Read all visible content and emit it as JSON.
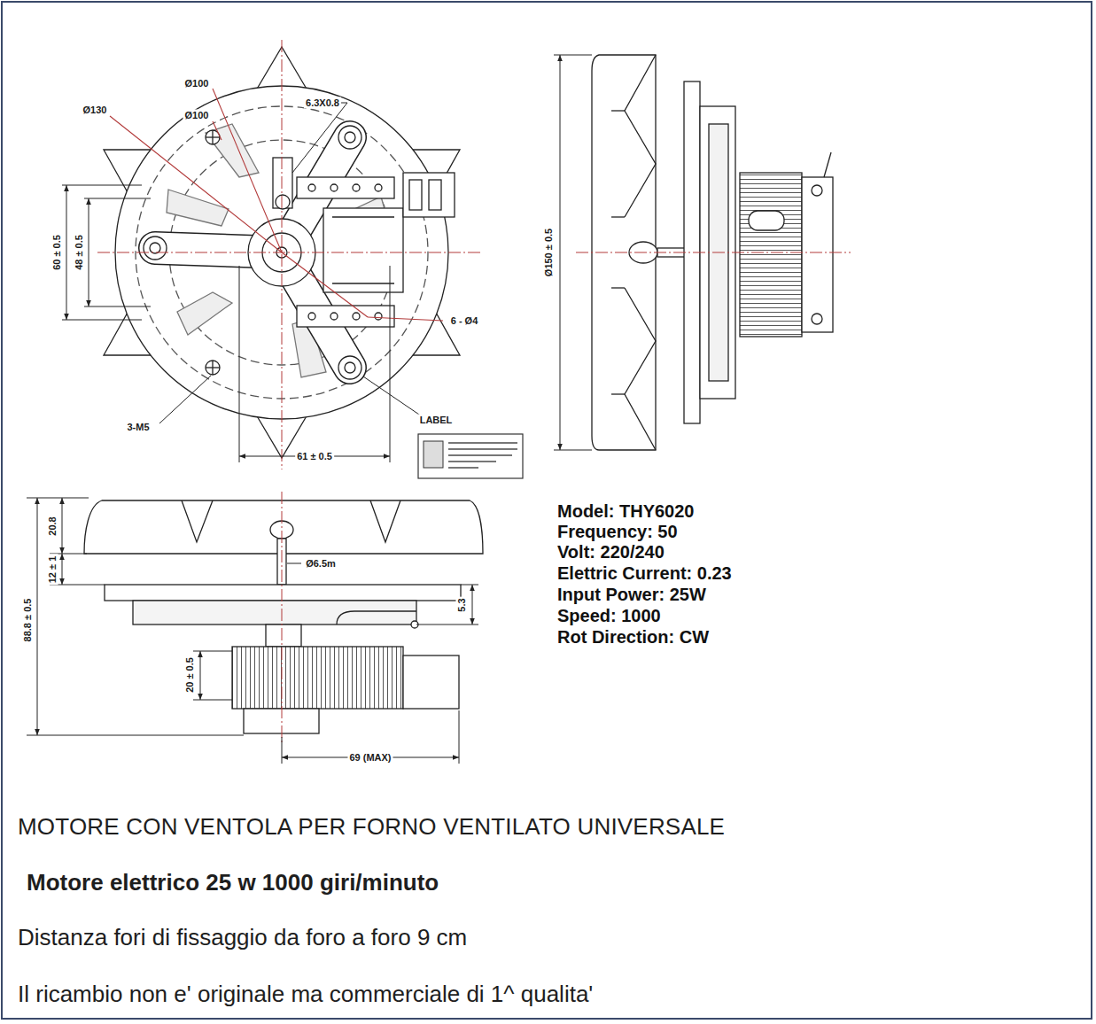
{
  "diagram": {
    "title": "MOTORE CON VENTOLA PER FORNO VENTILATO UNIVERSALE",
    "labels": [
      "Ø100",
      "Ø130",
      "Ø100",
      "6.3X0.8",
      "60 ± 0.5",
      "48 ± 0.5",
      "6 - Ø4",
      "3-M5",
      "LABEL",
      "61 ± 0.5",
      "Ø150 ± 0.5",
      "20.8",
      "12 ± 1",
      "Ø6.5m",
      "5.3",
      "88.8 ± 0.5",
      "20 ± 0.5",
      "69 (MAX)",
      "Model: THY6020",
      "Frequency: 50",
      "Volt: 220/240",
      "Elettric Current: 0.23",
      "Input Power: 25W",
      "Speed: 1000",
      "Rot Direction: CW",
      "Motore elettrico 25 w 1000 giri/minuto",
      "Distanza fori di fissaggio da foro a foro 9 cm",
      "Il ricambio non e' originale ma commerciale di 1^ qualita'"
    ]
  }
}
